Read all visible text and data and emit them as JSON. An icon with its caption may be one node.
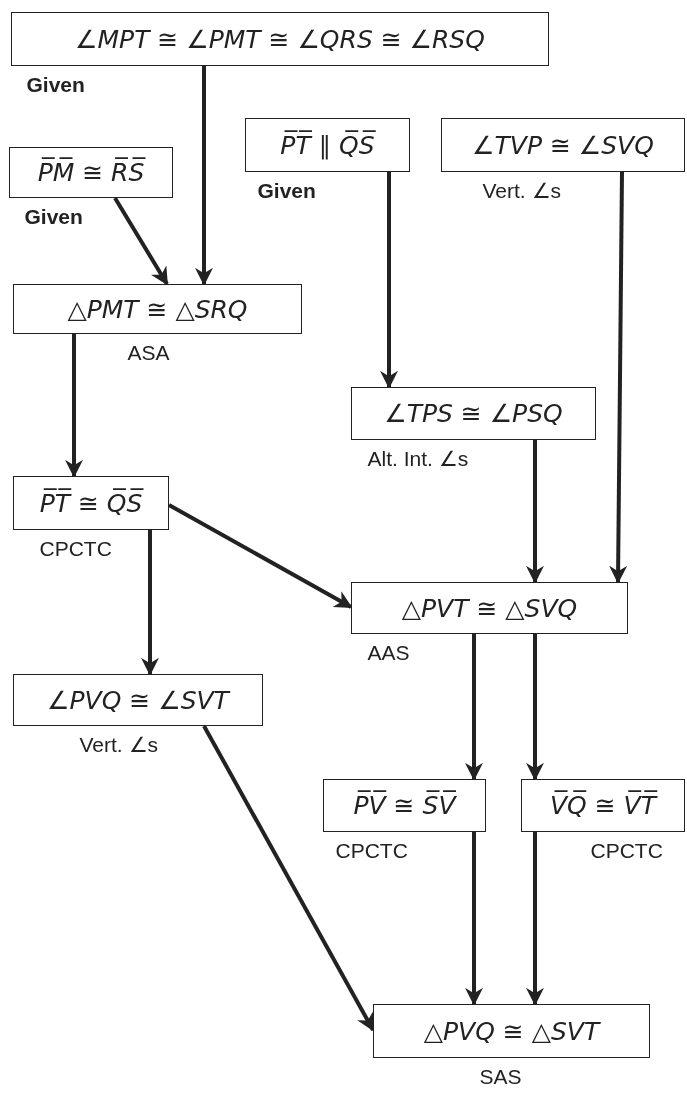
{
  "diagram": {
    "nodes": [
      {
        "text": [
          "∠MPT ≅ ∠PMT ≅ ∠QRS ≅ ∠RSQ"
        ],
        "beside": [
          "Given"
        ]
      },
      {
        "text": [
          "P̅M̅ ≅ R̅S̅"
        ],
        "beside": [
          "Given"
        ]
      },
      {
        "text": [
          "P̅T̅ ∥ Q̅S̅"
        ],
        "beside": [
          "Given"
        ]
      },
      {
        "text": [
          "∠TVP ≅ ∠SVQ"
        ],
        "beside": [
          "Vert. ∠s"
        ]
      },
      {
        "text": [
          "△PMT ≅ △SRQ"
        ],
        "beside": [
          "ASA"
        ]
      },
      {
        "text": [
          "∠TPS ≅ ∠PSQ"
        ],
        "beside": [
          "Alt. Int. ∠s"
        ]
      },
      {
        "text": [
          "P̅T̅ ≅ Q̅S̅"
        ],
        "beside": [
          "CPCTC"
        ]
      },
      {
        "text": [
          "△PVT ≅ △SVQ"
        ],
        "beside": [
          "AAS"
        ]
      },
      {
        "text": [
          "∠PVQ ≅ ∠SVT"
        ],
        "beside": [
          "Vert. ∠s"
        ]
      },
      {
        "text": [
          "P̅V̅ ≅ S̅V̅"
        ],
        "beside": [
          "CPCTC"
        ]
      },
      {
        "text": [
          "V̅Q̅ ≅ V̅T̅"
        ],
        "beside": [
          "CPCTC"
        ]
      },
      {
        "text": [
          "△PVQ ≅ △SVT"
        ],
        "beside": [
          "SAS"
        ]
      }
    ],
    "edges": [
      {
        "from": 0,
        "to": 4,
        "arrow": "to"
      },
      {
        "from": 1,
        "to": 4,
        "arrow": "to"
      },
      {
        "from": 4,
        "to": 6,
        "arrow": "to"
      },
      {
        "from": 2,
        "to": 5,
        "arrow": "to"
      },
      {
        "from": 5,
        "to": 7,
        "arrow": "to"
      },
      {
        "from": 3,
        "to": 7,
        "arrow": "to"
      },
      {
        "from": 6,
        "to": 7,
        "arrow": "to"
      },
      {
        "from": 6,
        "to": 8,
        "arrow": "to"
      },
      {
        "from": 7,
        "to": 9,
        "arrow": "to"
      },
      {
        "from": 7,
        "to": 10,
        "arrow": "to"
      },
      {
        "from": 9,
        "to": 11,
        "arrow": "to"
      },
      {
        "from": 10,
        "to": 11,
        "arrow": "to"
      },
      {
        "from": 8,
        "to": 11,
        "arrow": "to"
      }
    ]
  }
}
